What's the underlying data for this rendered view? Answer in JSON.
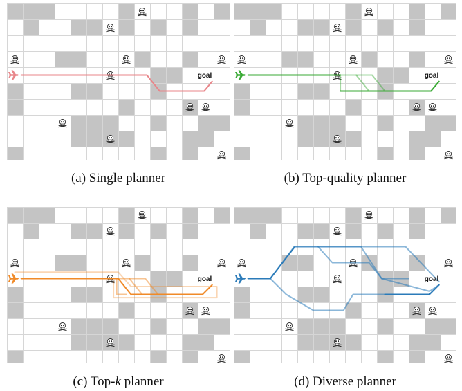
{
  "figure": {
    "grid": {
      "cols": 14,
      "rows": 10
    },
    "cell_colors": {
      "free": "#ffffff",
      "wall": "#c4c4c4",
      "grid_line": "#d6d6d6"
    },
    "walls": [
      [
        0,
        0
      ],
      [
        1,
        0
      ],
      [
        2,
        0
      ],
      [
        7,
        0
      ],
      [
        11,
        0
      ],
      [
        13,
        0
      ],
      [
        1,
        1
      ],
      [
        4,
        1
      ],
      [
        5,
        1
      ],
      [
        7,
        1
      ],
      [
        9,
        1
      ],
      [
        11,
        1
      ],
      [
        3,
        3
      ],
      [
        4,
        3
      ],
      [
        8,
        3
      ],
      [
        11,
        3
      ],
      [
        9,
        4
      ],
      [
        10,
        4
      ],
      [
        0,
        5
      ],
      [
        4,
        5
      ],
      [
        5,
        5
      ],
      [
        9,
        5
      ],
      [
        0,
        6
      ],
      [
        7,
        6
      ],
      [
        11,
        6
      ],
      [
        4,
        7
      ],
      [
        5,
        7
      ],
      [
        6,
        7
      ],
      [
        9,
        7
      ],
      [
        12,
        7
      ],
      [
        13,
        7
      ],
      [
        4,
        8
      ],
      [
        5,
        8
      ],
      [
        6,
        8
      ],
      [
        7,
        8
      ],
      [
        11,
        8
      ],
      [
        12,
        8
      ],
      [
        0,
        9
      ],
      [
        9,
        9
      ],
      [
        11,
        9
      ]
    ],
    "hazards": [
      [
        8,
        0
      ],
      [
        6,
        1
      ],
      [
        0,
        3
      ],
      [
        7,
        3
      ],
      [
        13,
        3
      ],
      [
        6,
        4
      ],
      [
        11,
        6
      ],
      [
        12,
        6
      ],
      [
        3,
        7
      ],
      [
        6,
        8
      ],
      [
        13,
        9
      ]
    ],
    "hazard_icon": "skull-icon",
    "start_icon": "airplane-icon",
    "start_cell": [
      0,
      4
    ],
    "goal_label": "goal"
  },
  "panels": [
    {
      "id": "a",
      "caption": "(a) Single planner",
      "color": "#e8868a",
      "paths": [
        {
          "opacity": 1,
          "points": [
            [
              0.4,
              4
            ],
            [
              8.3,
              4
            ],
            [
              9.1,
              5
            ],
            [
              11.9,
              5
            ],
            [
              12.4,
              4.4
            ]
          ]
        }
      ]
    },
    {
      "id": "b",
      "caption": "(b) Top-quality planner",
      "color": "#3aaa35",
      "paths": [
        {
          "opacity": 0.45,
          "points": [
            [
              6.2,
              4
            ],
            [
              6.2,
              5
            ],
            [
              9.2,
              5
            ]
          ]
        },
        {
          "opacity": 0.45,
          "points": [
            [
              6.2,
              4
            ],
            [
              7.2,
              4
            ],
            [
              8,
              5
            ]
          ]
        },
        {
          "opacity": 0.45,
          "points": [
            [
              7.2,
              4
            ],
            [
              8.2,
              4
            ],
            [
              9,
              5
            ]
          ]
        },
        {
          "opacity": 1,
          "points": [
            [
              0.4,
              4
            ],
            [
              6.2,
              4
            ]
          ]
        },
        {
          "opacity": 1,
          "points": [
            [
              6.2,
              5
            ],
            [
              11.9,
              5
            ],
            [
              12.4,
              4.4
            ]
          ]
        }
      ]
    },
    {
      "id": "c",
      "caption_prefix": "(c) Top-",
      "caption_italic": "k",
      "caption_suffix": " planner",
      "color": "#f08a28",
      "paths": [
        {
          "opacity": 0.35,
          "points": [
            [
              0,
              3.6
            ],
            [
              6.5,
              3.6
            ],
            [
              7.3,
              4.5
            ],
            [
              12.7,
              4.5
            ],
            [
              12.7,
              5.2
            ],
            [
              6.2,
              5.2
            ],
            [
              6.2,
              4.2
            ]
          ]
        },
        {
          "opacity": 0.5,
          "points": [
            [
              6.2,
              4
            ],
            [
              7.2,
              4
            ],
            [
              8,
              5
            ]
          ]
        },
        {
          "opacity": 0.5,
          "points": [
            [
              7.2,
              4
            ],
            [
              8.2,
              4
            ],
            [
              9,
              5
            ]
          ]
        },
        {
          "opacity": 0.5,
          "points": [
            [
              6.4,
              4
            ],
            [
              6.4,
              5
            ],
            [
              7,
              5
            ]
          ]
        },
        {
          "opacity": 1,
          "points": [
            [
              0.4,
              4
            ],
            [
              6.5,
              4
            ],
            [
              7.3,
              5
            ],
            [
              11.8,
              5
            ],
            [
              12.4,
              4.4
            ]
          ]
        }
      ]
    },
    {
      "id": "d",
      "caption": "(d) Diverse planner",
      "color": "#2b7bb9",
      "paths": [
        {
          "opacity": 0.55,
          "points": [
            [
              0.4,
              4
            ],
            [
              1.8,
              4
            ],
            [
              3.3,
              2
            ],
            [
              4.8,
              2
            ],
            [
              5.7,
              3
            ],
            [
              8,
              3
            ],
            [
              8.8,
              4
            ],
            [
              11.8,
              4.8
            ],
            [
              12.4,
              4.4
            ]
          ]
        },
        {
          "opacity": 0.55,
          "points": [
            [
              1.8,
              4
            ],
            [
              2.8,
              5
            ],
            [
              4.5,
              6
            ],
            [
              6.4,
              6
            ],
            [
              7,
              5
            ],
            [
              10,
              5
            ]
          ]
        },
        {
          "opacity": 0.55,
          "points": [
            [
              3.3,
              2
            ],
            [
              10.3,
              2
            ],
            [
              12.4,
              4.2
            ]
          ]
        },
        {
          "opacity": 0.55,
          "points": [
            [
              4.8,
              2
            ],
            [
              7.5,
              2
            ],
            [
              8.8,
              4
            ],
            [
              10.5,
              4
            ]
          ]
        },
        {
          "opacity": 1,
          "points": [
            [
              0.4,
              4
            ],
            [
              1.8,
              4
            ],
            [
              3.3,
              2.05
            ]
          ]
        },
        {
          "opacity": 1,
          "points": [
            [
              9,
              5
            ],
            [
              11.8,
              5
            ],
            [
              12.4,
              4.4
            ]
          ]
        }
      ]
    }
  ]
}
